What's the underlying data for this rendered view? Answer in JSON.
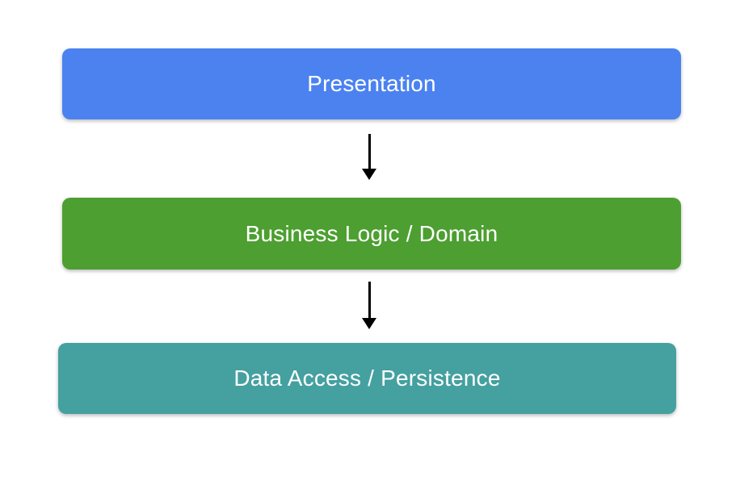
{
  "diagram": {
    "type": "layered-architecture-flow",
    "background_color": "#FFFFFF",
    "text_color": "#FFFFFF",
    "layers": [
      {
        "id": "presentation",
        "label": "Presentation",
        "color": "#4B82F0"
      },
      {
        "id": "business-logic",
        "label": "Business Logic / Domain",
        "color": "#4C9F30"
      },
      {
        "id": "data-access",
        "label": "Data Access / Persistence",
        "color": "#45A0A0"
      }
    ],
    "arrows": [
      {
        "from": "presentation",
        "to": "business-logic",
        "direction": "down",
        "color": "#000000"
      },
      {
        "from": "business-logic",
        "to": "data-access",
        "direction": "down",
        "color": "#000000"
      }
    ]
  }
}
